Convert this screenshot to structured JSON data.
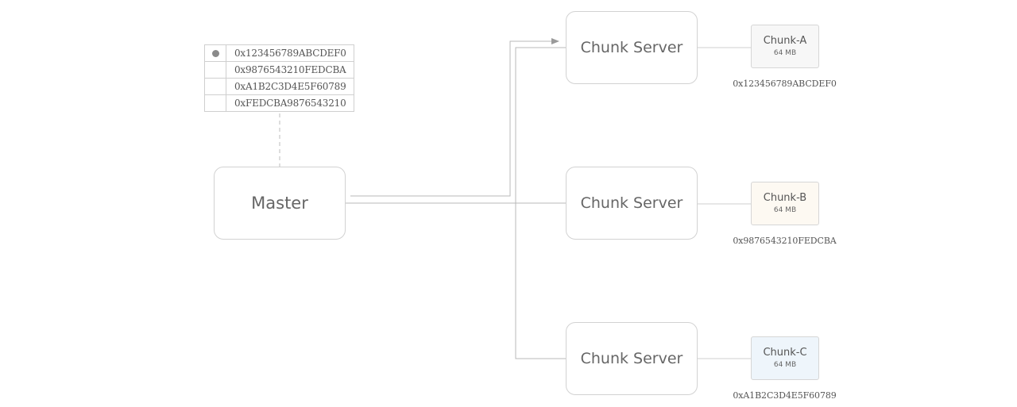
{
  "lookup_table": {
    "rows": [
      {
        "id": "0x123456789ABCDEF0",
        "marked": true
      },
      {
        "id": "0x9876543210FEDCBA",
        "marked": false
      },
      {
        "id": "0xA1B2C3D4E5F60789",
        "marked": false
      },
      {
        "id": "0xFEDCBA9876543210",
        "marked": false
      }
    ]
  },
  "master": {
    "label": "Master"
  },
  "servers": [
    {
      "label": "Chunk Server"
    },
    {
      "label": "Chunk Server"
    },
    {
      "label": "Chunk Server"
    }
  ],
  "chunks": [
    {
      "name": "Chunk-A",
      "size": "64 MB",
      "handle": "0x123456789ABCDEF0"
    },
    {
      "name": "Chunk-B",
      "size": "64 MB",
      "handle": "0x9876543210FEDCBA"
    },
    {
      "name": "Chunk-C",
      "size": "64 MB",
      "handle": "0xA1B2C3D4E5F60789"
    }
  ],
  "colors": {
    "line": "#b9b9b9",
    "chunk_a_fill": "#f7f7f7",
    "chunk_b_fill": "#fdf9f2",
    "chunk_c_fill": "#eef5fb"
  }
}
